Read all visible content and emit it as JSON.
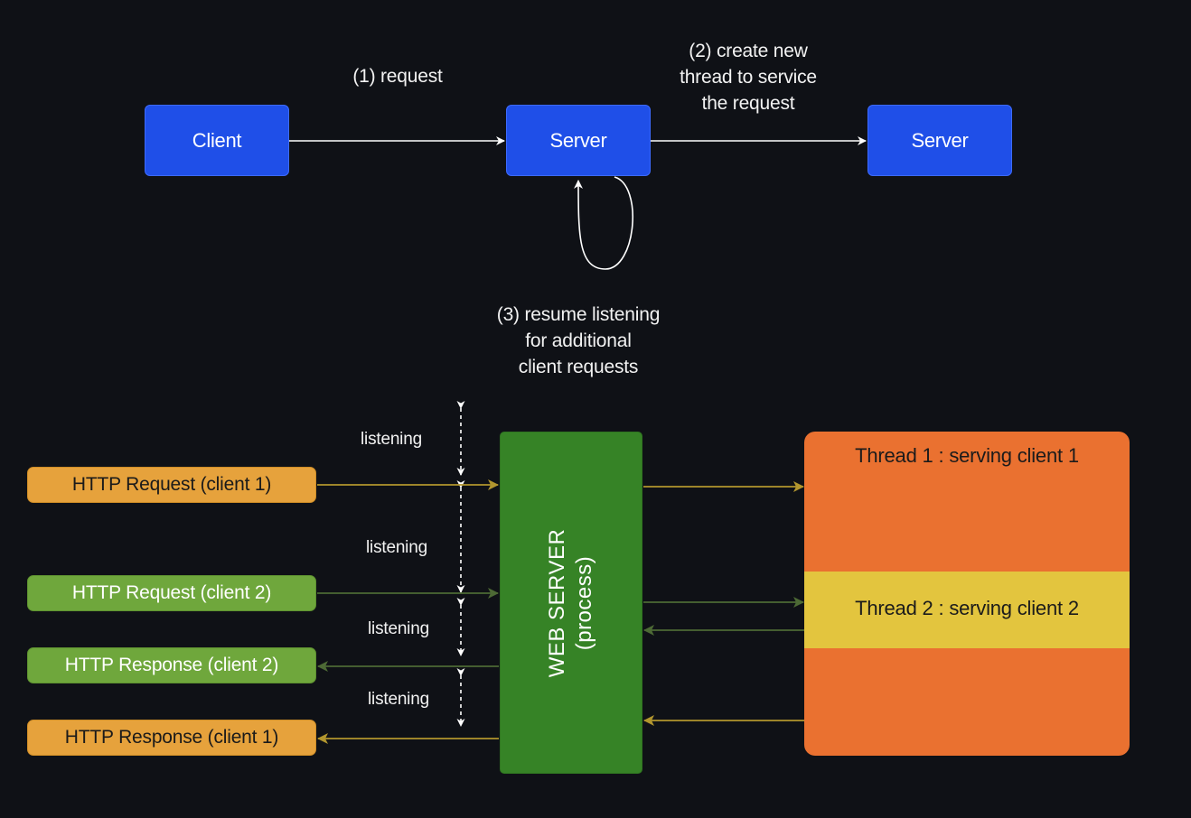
{
  "top": {
    "client": "Client",
    "server_1": "Server",
    "server_2": "Server",
    "step_1": "(1) request",
    "step_2": "(2) create new\nthread to service\nthe request",
    "step_3": "(3) resume listening\nfor additional\nclient requests"
  },
  "bottom": {
    "http_request_client_1": "HTTP Request (client 1)",
    "http_request_client_2": "HTTP Request (client 2)",
    "http_response_client_2": "HTTP Response (client 2)",
    "http_response_client_1": "HTTP Response (client 1)",
    "listening_1": "listening",
    "listening_2": "listening",
    "listening_3": "listening",
    "listening_4": "listening",
    "web_server_line_1": "WEB SERVER",
    "web_server_line_2": "(process)",
    "thread_1": "Thread 1 : serving client 1",
    "thread_2": "Thread 2 : serving client 2"
  },
  "colors": {
    "background": "#0f1116",
    "server_blue": "#1f4fe8",
    "client1_orange": "#e6a23c",
    "client2_green": "#6fa73c",
    "web_server_green": "#368326",
    "thread_orange": "#ea7130",
    "thread_yellow": "#e3c53e"
  }
}
